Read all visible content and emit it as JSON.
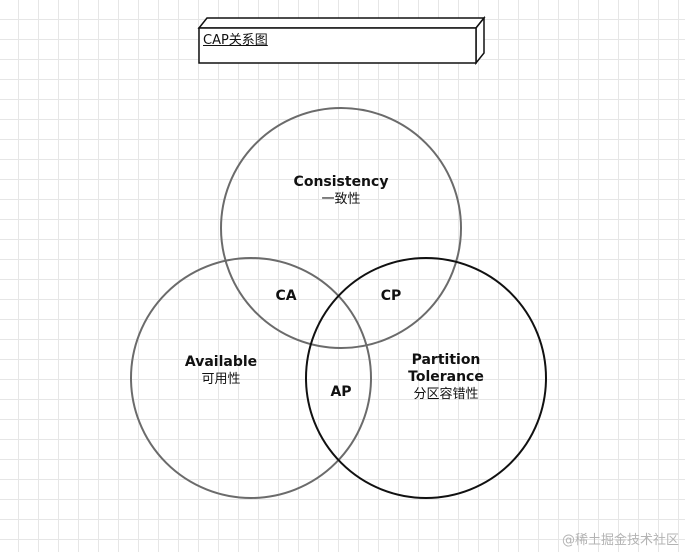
{
  "title": "CAP关系图",
  "circles": {
    "consistency": {
      "name": "Consistency",
      "name_zh": "一致性"
    },
    "availability": {
      "name": "Available",
      "name_zh": "可用性"
    },
    "partition": {
      "name_line1": "Partition",
      "name_line2": "Tolerance",
      "name_zh": "分区容错性"
    }
  },
  "intersections": {
    "ca": "CA",
    "cp": "CP",
    "ap": "AP"
  },
  "watermark": "@稀土掘金技术社区",
  "colors": {
    "circle_gray": "#6b6b6b",
    "circle_black": "#111111",
    "grid": "#e6e6e6"
  }
}
